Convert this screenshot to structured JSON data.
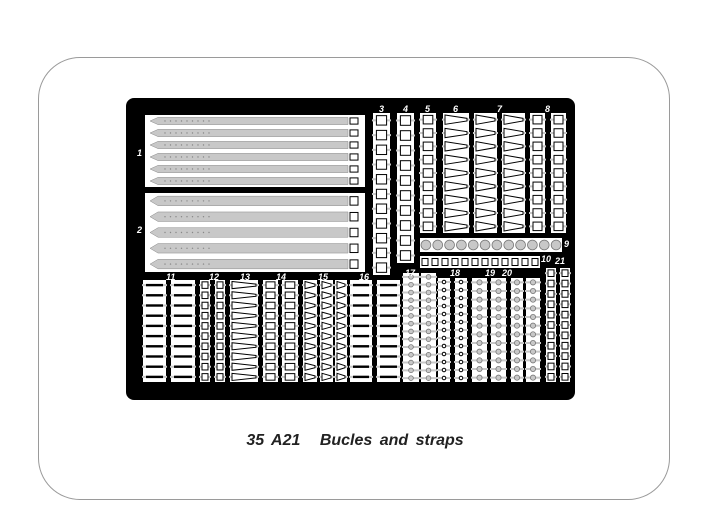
{
  "caption": {
    "code": "35 A21",
    "title": "Bucles  and  straps"
  },
  "part_labels": [
    "1",
    "2",
    "3",
    "4",
    "5",
    "6",
    "7",
    "8",
    "9",
    "10",
    "11",
    "12",
    "13",
    "14",
    "15",
    "16",
    "17",
    "18",
    "19",
    "20",
    "21"
  ],
  "colors": {
    "fret": "#000000",
    "part": "#ffffff",
    "strap": "#c8c8c8",
    "frame_border": "#9a9a9a"
  }
}
